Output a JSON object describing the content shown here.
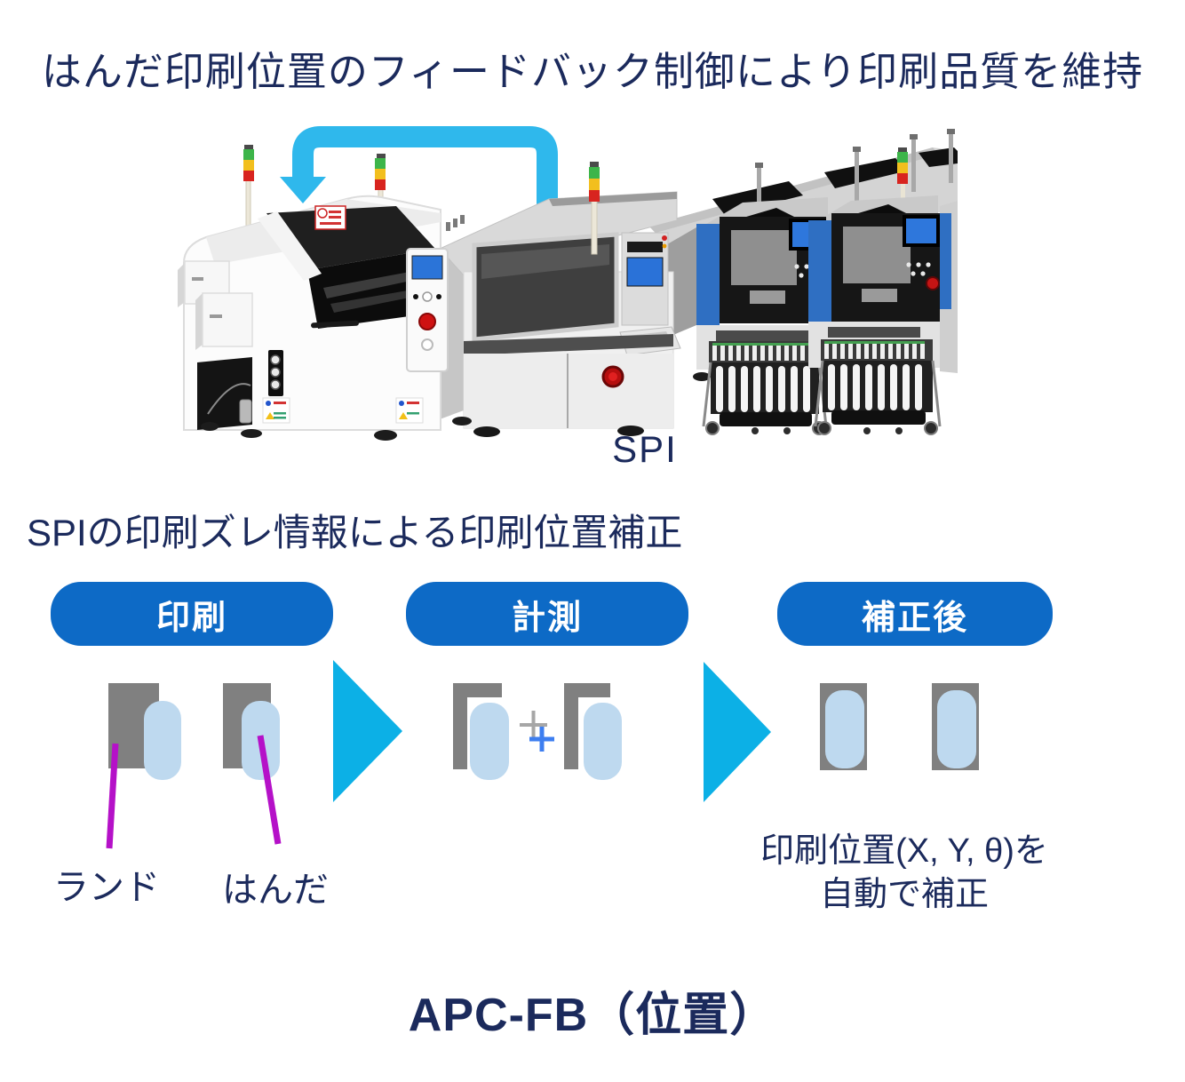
{
  "page": {
    "title_top": "はんだ印刷位置のフィードバック制御により印刷品質を維持",
    "title_bottom": "APC-FB（位置）"
  },
  "machine_line": {
    "spi_label": "SPI"
  },
  "section": {
    "heading": "SPIの印刷ズレ情報による印刷位置補正",
    "steps": [
      {
        "label": "印刷"
      },
      {
        "label": "計測"
      },
      {
        "label": "補正後"
      }
    ],
    "annotations": {
      "land": "ランド",
      "solder": "はんだ",
      "note_line1": "印刷位置(X, Y, θ)を",
      "note_line2": "自動で補正"
    }
  },
  "colors": {
    "navy_text": "#1b2a5c",
    "step_pill_blue": "#0d6ac6",
    "feedback_arrow_cyan": "#2fb8ec",
    "flow_triangle_cyan": "#0cb0e6",
    "land_gray": "#808080",
    "solder_light_blue": "#bed9ef",
    "leader_line_magenta": "#b511c8",
    "crosshair_gray": "#a6a6a6",
    "crosshair_blue": "#3d7ef0",
    "machine_accent_blue": "#2f6fc2",
    "machine_screen_blue": "#2e77dc"
  }
}
